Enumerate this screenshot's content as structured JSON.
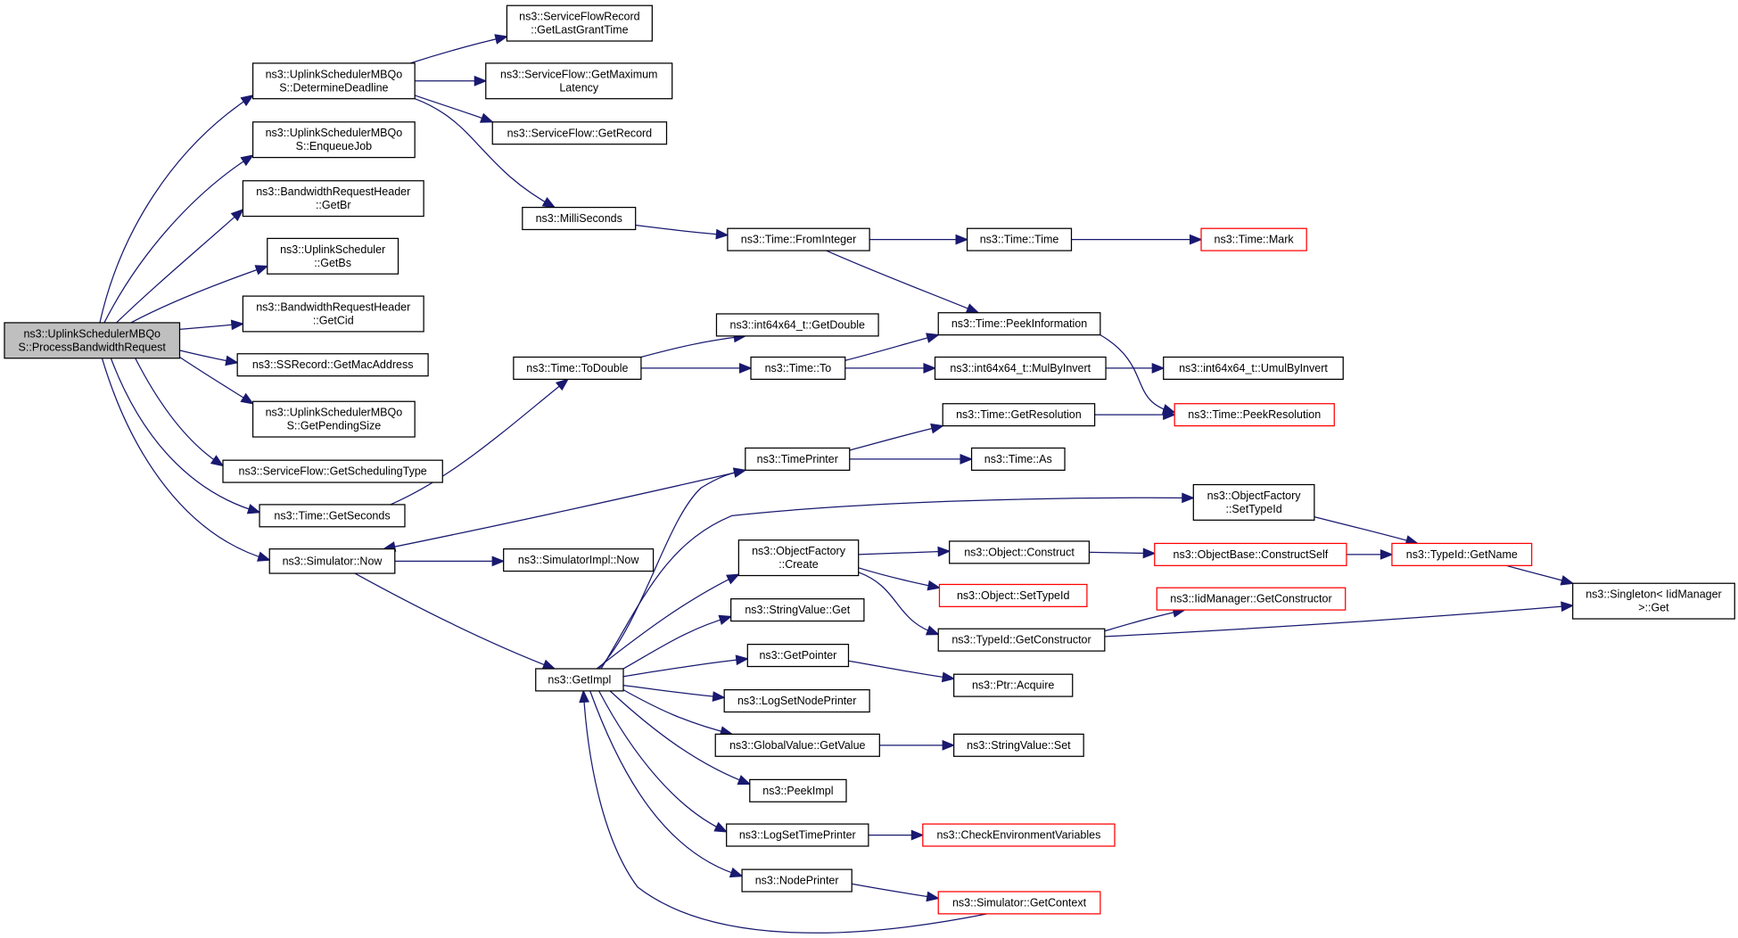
{
  "graph": {
    "nodes": [
      {
        "id": "process",
        "lines": [
          "ns3::UplinkSchedulerMBQo",
          "S::ProcessBandwidthRequest"
        ],
        "root": true
      },
      {
        "id": "determine",
        "lines": [
          "ns3::UplinkSchedulerMBQo",
          "S::DetermineDeadline"
        ]
      },
      {
        "id": "enqueue",
        "lines": [
          "ns3::UplinkSchedulerMBQo",
          "S::EnqueueJob"
        ]
      },
      {
        "id": "getbr",
        "lines": [
          "ns3::BandwidthRequestHeader",
          "::GetBr"
        ]
      },
      {
        "id": "getbs",
        "lines": [
          "ns3::UplinkScheduler",
          "::GetBs"
        ]
      },
      {
        "id": "getcid",
        "lines": [
          "ns3::BandwidthRequestHeader",
          "::GetCid"
        ]
      },
      {
        "id": "getmac",
        "lines": [
          "ns3::SSRecord::GetMacAddress"
        ]
      },
      {
        "id": "pending",
        "lines": [
          "ns3::UplinkSchedulerMBQo",
          "S::GetPendingSize"
        ]
      },
      {
        "id": "schedtype",
        "lines": [
          "ns3::ServiceFlow::GetSchedulingType"
        ]
      },
      {
        "id": "getseconds",
        "lines": [
          "ns3::Time::GetSeconds"
        ]
      },
      {
        "id": "simnow",
        "lines": [
          "ns3::Simulator::Now"
        ]
      },
      {
        "id": "lastgrant",
        "lines": [
          "ns3::ServiceFlowRecord",
          "::GetLastGrantTime"
        ]
      },
      {
        "id": "maxlatency",
        "lines": [
          "ns3::ServiceFlow::GetMaximum",
          "Latency"
        ]
      },
      {
        "id": "getrecord",
        "lines": [
          "ns3::ServiceFlow::GetRecord"
        ]
      },
      {
        "id": "milli",
        "lines": [
          "ns3::MilliSeconds"
        ]
      },
      {
        "id": "fromint",
        "lines": [
          "ns3::Time::FromInteger"
        ]
      },
      {
        "id": "timetime",
        "lines": [
          "ns3::Time::Time"
        ]
      },
      {
        "id": "mark",
        "lines": [
          "ns3::Time::Mark"
        ],
        "ext": true
      },
      {
        "id": "peekinfo",
        "lines": [
          "ns3::Time::PeekInformation"
        ]
      },
      {
        "id": "getdouble",
        "lines": [
          "ns3::int64x64_t::GetDouble"
        ]
      },
      {
        "id": "todouble",
        "lines": [
          "ns3::Time::ToDouble"
        ]
      },
      {
        "id": "timeto",
        "lines": [
          "ns3::Time::To"
        ]
      },
      {
        "id": "mulbyinv",
        "lines": [
          "ns3::int64x64_t::MulByInvert"
        ]
      },
      {
        "id": "umulbyinv",
        "lines": [
          "ns3::int64x64_t::UmulByInvert"
        ]
      },
      {
        "id": "getres",
        "lines": [
          "ns3::Time::GetResolution"
        ]
      },
      {
        "id": "peekres",
        "lines": [
          "ns3::Time::PeekResolution"
        ],
        "ext": true
      },
      {
        "id": "timeprinter",
        "lines": [
          "ns3::TimePrinter"
        ]
      },
      {
        "id": "timeas",
        "lines": [
          "ns3::Time::As"
        ]
      },
      {
        "id": "settypeid",
        "lines": [
          "ns3::ObjectFactory",
          "::SetTypeId"
        ]
      },
      {
        "id": "simimplnow",
        "lines": [
          "ns3::SimulatorImpl::Now"
        ]
      },
      {
        "id": "ofcreate",
        "lines": [
          "ns3::ObjectFactory",
          "::Create"
        ]
      },
      {
        "id": "objconstruct",
        "lines": [
          "ns3::Object::Construct"
        ]
      },
      {
        "id": "constructself",
        "lines": [
          "ns3::ObjectBase::ConstructSelf"
        ],
        "ext": true
      },
      {
        "id": "getname",
        "lines": [
          "ns3::TypeId::GetName"
        ],
        "ext": true
      },
      {
        "id": "singleton",
        "lines": [
          "ns3::Singleton< IidManager",
          ">::Get"
        ]
      },
      {
        "id": "objsettypeid",
        "lines": [
          "ns3::Object::SetTypeId"
        ],
        "ext": true
      },
      {
        "id": "iidgetctor",
        "lines": [
          "ns3::IidManager::GetConstructor"
        ],
        "ext": true
      },
      {
        "id": "typeidgetctor",
        "lines": [
          "ns3::TypeId::GetConstructor"
        ]
      },
      {
        "id": "strget",
        "lines": [
          "ns3::StringValue::Get"
        ]
      },
      {
        "id": "getimpl",
        "lines": [
          "ns3::GetImpl"
        ]
      },
      {
        "id": "getpointer",
        "lines": [
          "ns3::GetPointer"
        ]
      },
      {
        "id": "ptracquire",
        "lines": [
          "ns3::Ptr::Acquire"
        ]
      },
      {
        "id": "logsetnode",
        "lines": [
          "ns3::LogSetNodePrinter"
        ]
      },
      {
        "id": "gvgetvalue",
        "lines": [
          "ns3::GlobalValue::GetValue"
        ]
      },
      {
        "id": "strset",
        "lines": [
          "ns3::StringValue::Set"
        ]
      },
      {
        "id": "peekimpl",
        "lines": [
          "ns3::PeekImpl"
        ]
      },
      {
        "id": "logsettime",
        "lines": [
          "ns3::LogSetTimePrinter"
        ]
      },
      {
        "id": "checkenv",
        "lines": [
          "ns3::CheckEnvironmentVariables"
        ],
        "ext": true
      },
      {
        "id": "nodeprinter",
        "lines": [
          "ns3::NodePrinter"
        ]
      },
      {
        "id": "getcontext",
        "lines": [
          "ns3::Simulator::GetContext"
        ],
        "ext": true
      }
    ]
  }
}
